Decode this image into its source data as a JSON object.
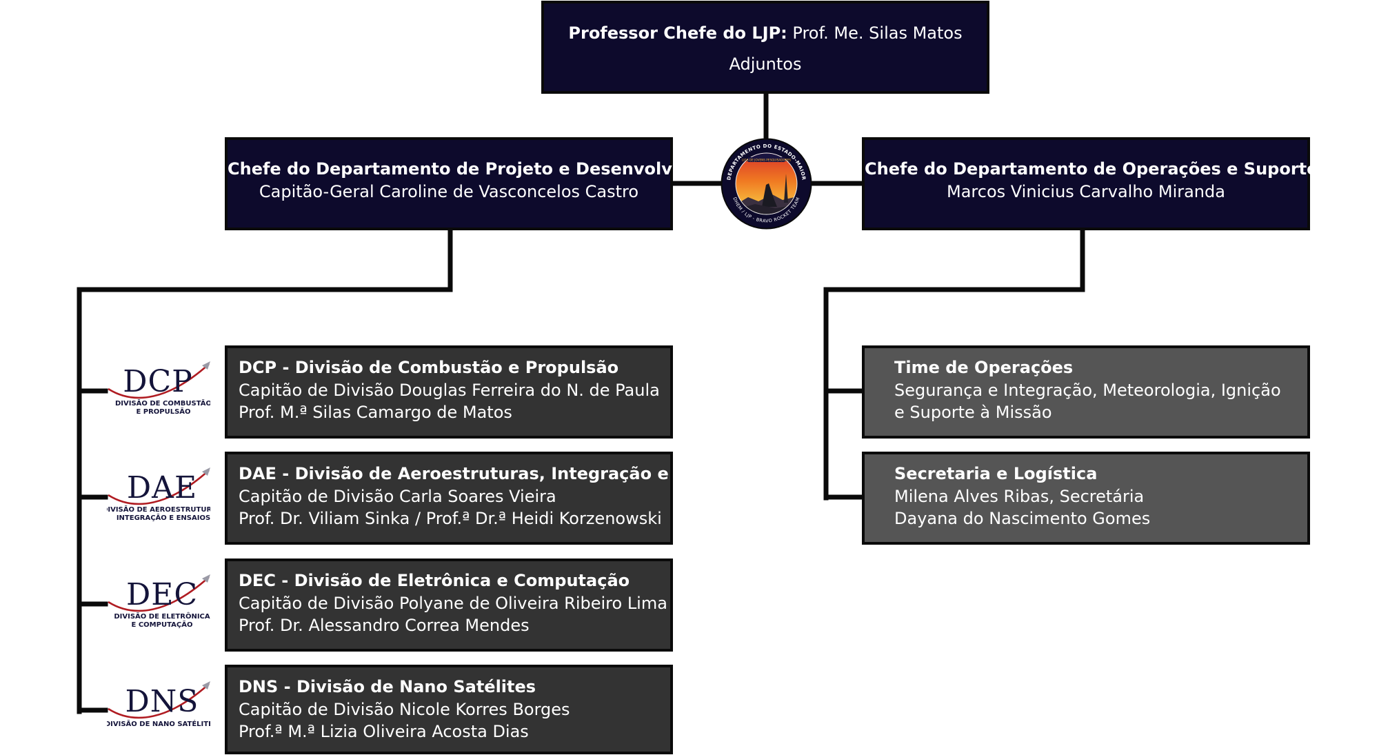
{
  "head": {
    "title_bold": "Professor Chefe do LJP:",
    "title_name": " Prof. Me. Silas Matos",
    "subtitle": "Adjuntos"
  },
  "dept_left": {
    "title": "Chefe do Departamento de Projeto e Desenvolvimento",
    "name": "Capitão-Geral  Caroline de Vasconcelos Castro"
  },
  "dept_right": {
    "title": "Chefe do Departamento de Operações e Suporte",
    "name": "Marcos Vinicius Carvalho Miranda"
  },
  "emblem": {
    "ring_top": "DEPARTAMENTO DO ESTADO-MAIOR",
    "ring_bottom": "DHEM / LJP - BRAVO ROCKET TEAM",
    "banner": "LIGA DE JOVENS PESQUISADORES"
  },
  "divisions": [
    {
      "logo_abbr": "DCP",
      "logo_caption": [
        "DIVISÃO DE COMBUSTÃO",
        "E PROPULSÃO"
      ],
      "title": "DCP - Divisão de Combustão e Propulsão",
      "lines": [
        "Capitão de Divisão Douglas Ferreira do N. de Paula",
        "Prof. M.ª Silas Camargo de Matos"
      ]
    },
    {
      "logo_abbr": "DAE",
      "logo_caption": [
        "DIVISÃO DE AEROESTRUTURAS,",
        "INTEGRAÇÃO E ENSAIOS"
      ],
      "title": "DAE - Divisão de Aeroestruturas, Integração e Ensaios",
      "lines": [
        "Capitão de Divisão Carla Soares Vieira",
        "Prof. Dr. Viliam Sinka / Prof.ª Dr.ª Heidi Korzenowski"
      ]
    },
    {
      "logo_abbr": "DEC",
      "logo_caption": [
        "DIVISÃO DE ELETRÔNICA",
        "E COMPUTAÇÃO"
      ],
      "title": "DEC - Divisão de Eletrônica e Computação",
      "lines": [
        "Capitão de Divisão Polyane de Oliveira Ribeiro Lima",
        "Prof. Dr. Alessandro Correa Mendes"
      ]
    },
    {
      "logo_abbr": "DNS",
      "logo_caption": [
        "DIVISÃO DE NANO SATÉLITES"
      ],
      "title": "DNS - Divisão de Nano Satélites",
      "lines": [
        "Capitão de Divisão Nicole Korres Borges",
        "Prof.ª M.ª Lizia Oliveira Acosta Dias"
      ]
    }
  ],
  "support_units": [
    {
      "title": "Time de Operações",
      "lines": [
        "Segurança e Integração, Meteorologia, Ignição",
        "e Suporte à Missão"
      ]
    },
    {
      "title": "Secretaria e Logística",
      "lines": [
        "Milena Alves Ribas, Secretária",
        "Dayana do Nascimento Gomes"
      ]
    }
  ],
  "colors": {
    "navy_box": "#0d0a2c",
    "division_box": "#333333",
    "support_box": "#555555",
    "logo_text": "#14143a",
    "logo_swoosh": "#b01c22"
  }
}
